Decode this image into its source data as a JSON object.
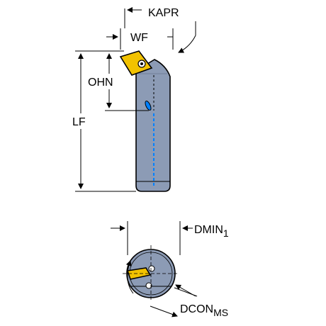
{
  "labels": {
    "kapr": "KAPR",
    "wf": "WF",
    "ohn": "OHN",
    "lf": "LF",
    "dmin": "DMIN",
    "dmin_sub": "1",
    "dcon": "DCON",
    "dcon_sub": "MS"
  },
  "colors": {
    "body_fill": "#8c9bb5",
    "body_stroke": "#000000",
    "insert": "#f2c200",
    "coolant": "#0080ff",
    "dimension_line": "#000000"
  },
  "icons": [
    "boring-bar-side-view",
    "boring-bar-end-view",
    "cutting-insert-icon",
    "insert-screw-icon",
    "coolant-channel"
  ]
}
